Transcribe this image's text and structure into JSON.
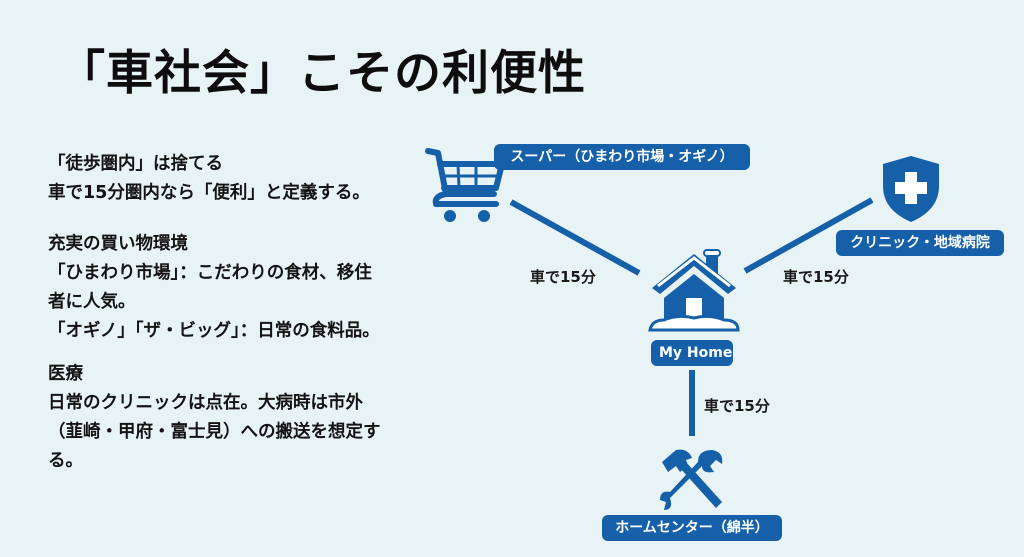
{
  "slide": {
    "title": "「車社会」こその利便性",
    "colors": {
      "background": "#e8f3f5",
      "accent": "#1560a8",
      "text": "#141414"
    }
  },
  "sections": [
    {
      "heading": "「徒歩圏内」は捨てる",
      "body": "車で15分圏内なら「便利」と定義する。"
    },
    {
      "heading": "充実の買い物環境",
      "body": "「ひまわり市場」：こだわりの食材、移住者に人気。\n「オギノ」「ザ・ビッグ」：日常の食料品。"
    },
    {
      "heading": "医療",
      "body": "日常のクリニックは点在。大病時は市外（韮崎・甲府・富士見）への搬送を想定する。"
    }
  ],
  "diagram": {
    "center": {
      "label": "My Home",
      "icon": "snow-house-icon"
    },
    "nodes": [
      {
        "id": "supermarket",
        "label": "スーパー（ひまわり市場・オギノ）",
        "icon": "shopping-cart-icon",
        "travel": "車で15分"
      },
      {
        "id": "clinic",
        "label": "クリニック・地域病院",
        "icon": "medical-shield-icon",
        "travel": "車で15分"
      },
      {
        "id": "home-center",
        "label": "ホームセンター（綿半）",
        "icon": "hammer-wrench-icon",
        "travel": "車で15分"
      }
    ]
  }
}
